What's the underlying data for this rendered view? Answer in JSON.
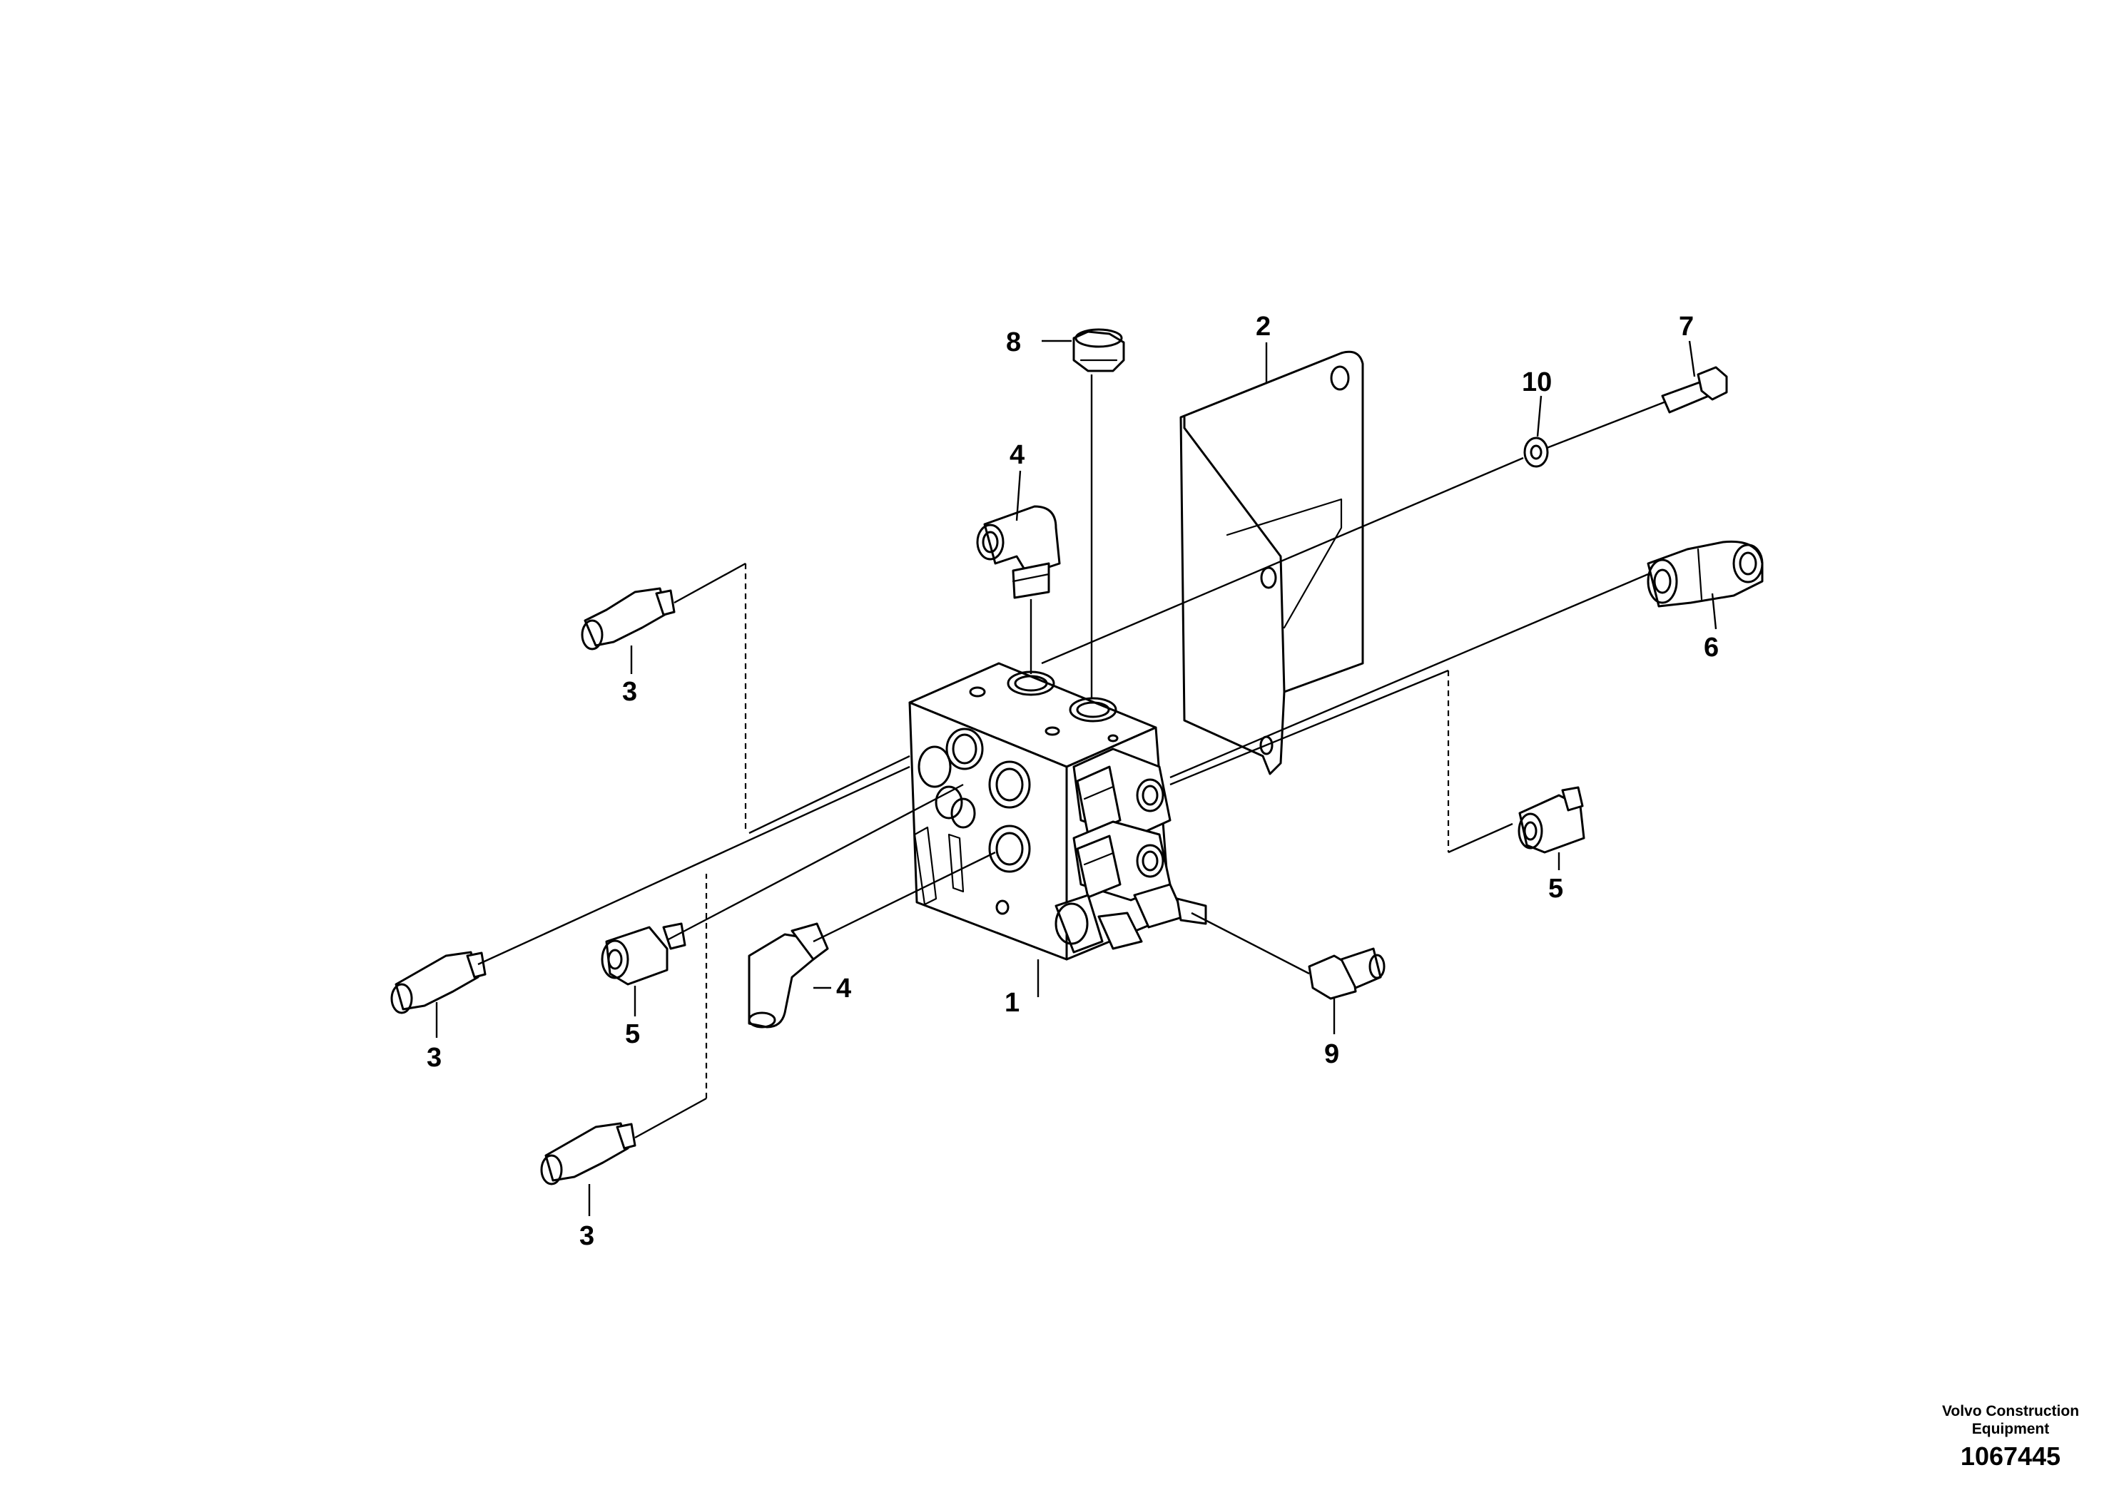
{
  "callouts": {
    "c1": "1",
    "c2": "2",
    "c3a": "3",
    "c3b": "3",
    "c3c": "3",
    "c4a": "4",
    "c4b": "4",
    "c5a": "5",
    "c5b": "5",
    "c6": "6",
    "c7": "7",
    "c8": "8",
    "c9": "9",
    "c10": "10"
  },
  "footer": {
    "company_line1": "Volvo Construction",
    "company_line2": "Equipment",
    "document_number": "1067445"
  }
}
